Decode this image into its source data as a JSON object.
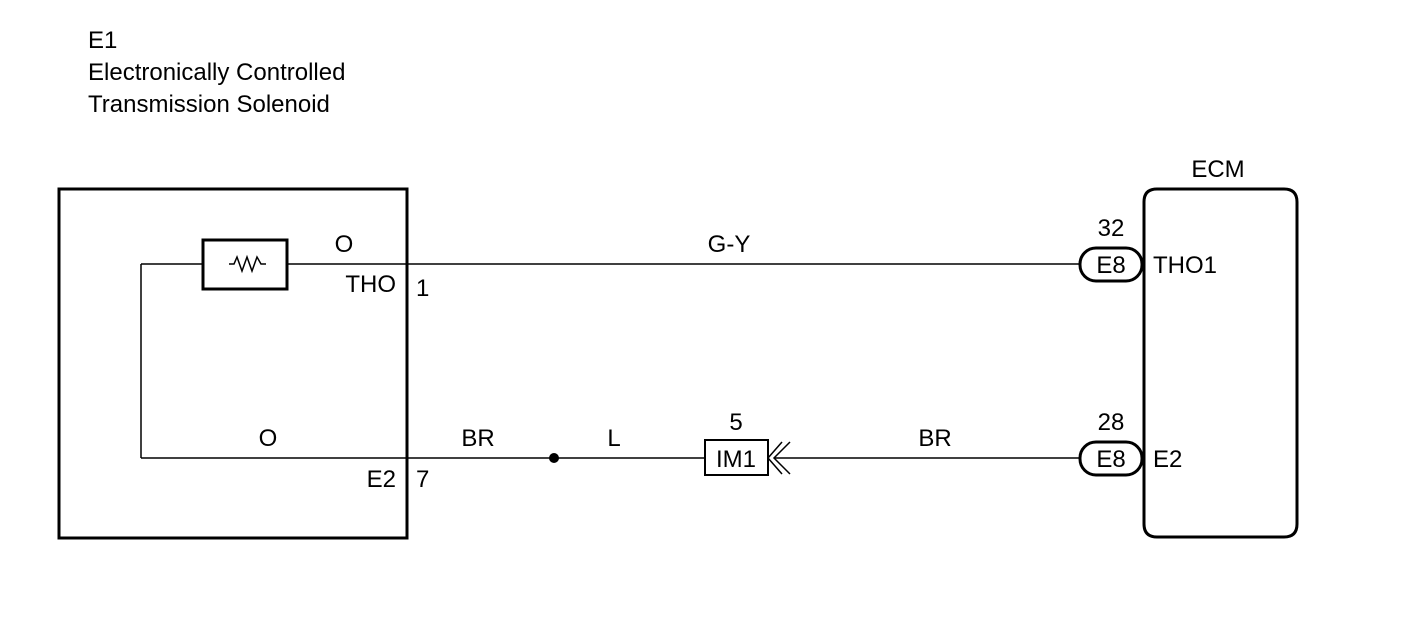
{
  "component": {
    "code": "E1",
    "name_line1": "Electronically Controlled",
    "name_line2": "Transmission Solenoid"
  },
  "ecm": {
    "label": "ECM"
  },
  "upper_circuit": {
    "internal_wire": "O",
    "terminal_name": "THO",
    "terminal_pin": "1",
    "wire_color": "G-Y",
    "ecm_pin": "32",
    "ecm_connector": "E8",
    "ecm_terminal": "THO1"
  },
  "lower_circuit": {
    "internal_wire": "O",
    "terminal_name": "E2",
    "terminal_pin": "7",
    "wire_color_1": "BR",
    "wire_color_2": "L",
    "junction_pin": "5",
    "junction_connector": "IM1",
    "wire_color_3": "BR",
    "ecm_pin": "28",
    "ecm_connector": "E8",
    "ecm_terminal": "E2"
  }
}
